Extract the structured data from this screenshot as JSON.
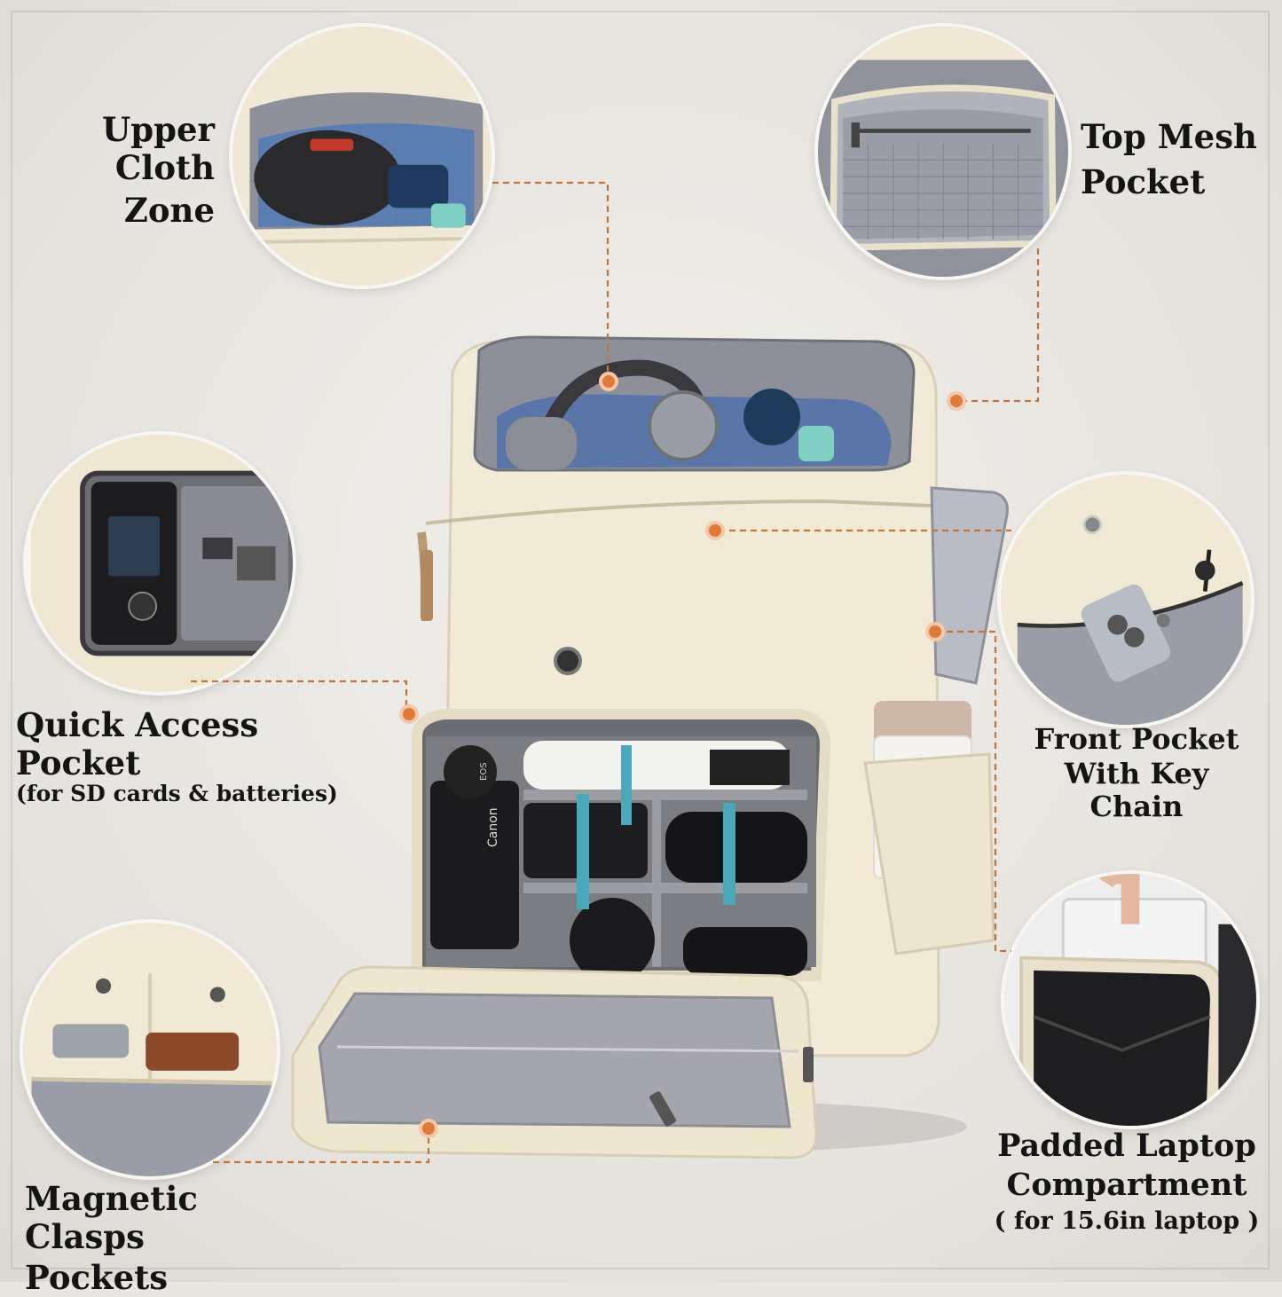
{
  "callouts": {
    "upper_cloth_zone": {
      "line1": "Upper Cloth",
      "line2": "Zone"
    },
    "top_mesh_pocket": {
      "line1": "Top Mesh",
      "line2": "Pocket"
    },
    "quick_access_pocket": {
      "line1": "Quick Access Pocket",
      "line2": "(for SD cards & batteries)"
    },
    "front_pocket": {
      "line1": "Front Pocket",
      "line2": "With Key Chain"
    },
    "magnetic_clasps": {
      "line1": "Magnetic Clasps",
      "line2": "Pockets"
    },
    "padded_laptop": {
      "line1": "Padded Laptop",
      "line2": "Compartment",
      "line3": "( for 15.6in laptop )"
    }
  },
  "product_marks": {
    "camera_brand": "Canon",
    "camera_model": "EOS"
  },
  "colors": {
    "background": "#e9e6e1",
    "bag_body": "#f0ead6",
    "lining_grey": "#8f8f99",
    "accent_orange": "#e07a3a",
    "text": "#141414"
  }
}
